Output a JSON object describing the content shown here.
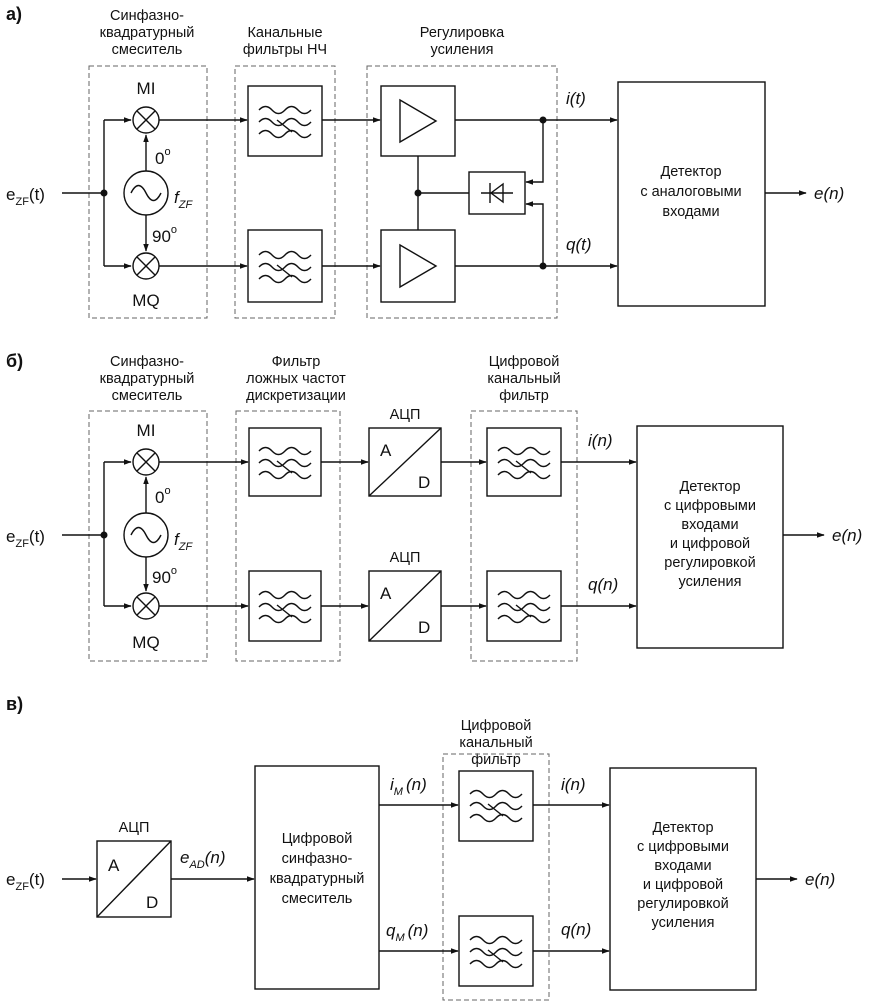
{
  "panels": {
    "a": {
      "tag": "а)",
      "mixer_title": [
        "Синфазно-",
        "квадратурный",
        "смеситель"
      ],
      "lpf_title": [
        "Канальные",
        "фильтры НЧ"
      ],
      "agc_title": [
        "Регулировка",
        "усиления"
      ],
      "mi": "MI",
      "mq": "MQ",
      "phase0": "0",
      "phase90": "90",
      "deg": "o",
      "f_main": "f",
      "f_sub": "ZF",
      "input_main": "e",
      "input_sub": "ZF",
      "input_arg": "(t)",
      "out_i": "i(t)",
      "out_q": "q(t)",
      "detector": [
        "Детектор",
        "с аналоговыми",
        "входами"
      ],
      "output": "e(n)"
    },
    "b": {
      "tag": "б)",
      "mixer_title": [
        "Синфазно-",
        "квадратурный",
        "смеситель"
      ],
      "aaf_title": [
        "Фильтр",
        "ложных частот",
        "дискретизации"
      ],
      "adc_label": "АЦП",
      "chf_title": [
        "Цифровой",
        "канальный",
        "фильтр"
      ],
      "mi": "MI",
      "mq": "MQ",
      "phase0": "0",
      "phase90": "90",
      "deg": "o",
      "f_main": "f",
      "f_sub": "ZF",
      "input_main": "e",
      "input_sub": "ZF",
      "input_arg": "(t)",
      "adc_a": "A",
      "adc_d": "D",
      "out_i": "i(n)",
      "out_q": "q(n)",
      "detector": [
        "Детектор",
        "с цифровыми",
        "входами",
        "и цифровой",
        "регулировкой",
        "усиления"
      ],
      "output": "e(n)"
    },
    "c": {
      "tag": "в)",
      "adc_label": "АЦП",
      "adc_a": "A",
      "adc_d": "D",
      "input_main": "e",
      "input_sub": "ZF",
      "input_arg": "(t)",
      "ead_main": "e",
      "ead_sub": "AD",
      "ead_arg": "(n)",
      "mixer": [
        "Цифровой",
        "синфазно-",
        "квадратурный",
        "смеситель"
      ],
      "im_main": "i",
      "im_sub": "M",
      "im_arg": "(n)",
      "qm_main": "q",
      "qm_sub": "M",
      "qm_arg": "(n)",
      "chf_title": [
        "Цифровой",
        "канальный",
        "фильтр"
      ],
      "out_i": "i(n)",
      "out_q": "q(n)",
      "detector": [
        "Детектор",
        "с цифровыми",
        "входами",
        "и цифровой",
        "регулировкой",
        "усиления"
      ],
      "output": "e(n)"
    }
  }
}
